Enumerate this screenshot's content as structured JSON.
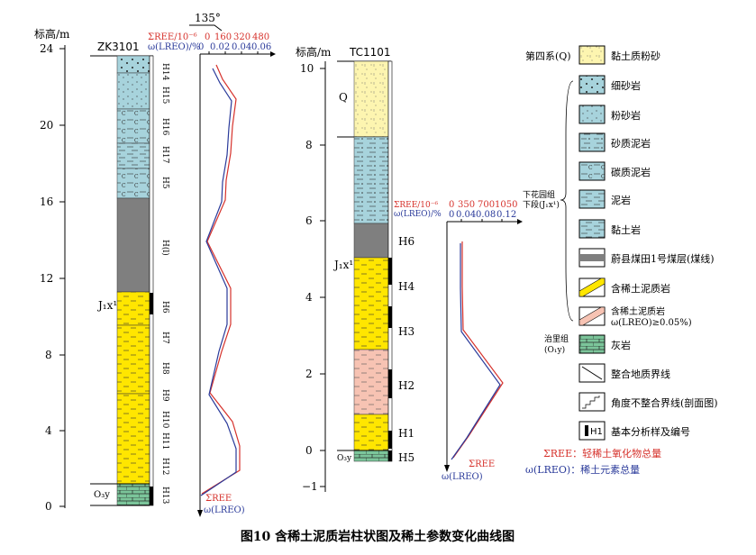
{
  "figure": {
    "caption": "图10  含稀土泥质岩柱状图及稀土参数变化曲线图"
  },
  "colors": {
    "ree_curve": "#d6312b",
    "lreo_curve": "#2a3a9a",
    "silt_fill": "#a7d3dc",
    "clay_fill": "#9fd0da",
    "coal_fill": "#7f7f7f",
    "ree_mud_fill": "#ffe600",
    "ree_mud_high_fill": "#f7c3b3",
    "limestone_fill": "#7bc59a",
    "quaternary_fill": "#fdf5b0"
  },
  "left_column": {
    "axis_label": "标高/m",
    "borehole_name": "ZK3101",
    "strike_label": "135°",
    "ticks": [
      "24",
      "20",
      "16",
      "12",
      "8",
      "4",
      "0"
    ],
    "formation_label": "J₁x¹",
    "base_label": "O₃y",
    "samples": [
      "H14",
      "H15",
      "H16",
      "H17",
      "H5",
      "H(l)",
      "H6",
      "H7",
      "H8",
      "H9",
      "H10",
      "H11",
      "H12",
      "H13"
    ],
    "ree_axis_label": "ΣREE/10⁻⁶",
    "lreo_axis_label": "ω(LREO)/%",
    "ree_ticks": [
      "0",
      "160",
      "320",
      "480"
    ],
    "lreo_ticks": [
      "0",
      "0.02",
      "0.04",
      "0.06"
    ],
    "ree_legend": "ΣREE",
    "lreo_legend": "ω(LREO)"
  },
  "right_column": {
    "axis_label": "标高/m",
    "borehole_name": "TC1101",
    "ticks": [
      "10",
      "8",
      "6",
      "4",
      "2",
      "0",
      "−1"
    ],
    "q_label": "Q",
    "formation_label": "J₁x¹",
    "base_label": "O₃y",
    "samples": [
      "H6",
      "H4",
      "H3",
      "H2",
      "H1",
      "H5"
    ],
    "ree_axis_label": "ΣREE/10⁻⁶",
    "lreo_axis_label": "ω(LREO)/%",
    "ree_ticks": [
      "0",
      "350",
      "700",
      "1050"
    ],
    "lreo_ticks": [
      "0",
      "0.04",
      "0.08",
      "0.12"
    ],
    "ree_legend": "ΣREE",
    "lreo_legend": "ω(LREO)"
  },
  "legend": {
    "quaternary_group": "第四系(Q)",
    "quaternary_item": "黏土质粉砂",
    "lower_group_line1": "下花园组",
    "lower_group_line2": "下段(J₁x¹)",
    "items": [
      "细砂岩",
      "粉砂岩",
      "砂质泥岩",
      "碳质泥岩",
      "泥岩",
      "黏土岩",
      "蔚县煤田1号煤层(煤线)",
      "含稀土泥质岩"
    ],
    "high_item_line1": "含稀土泥质岩",
    "high_item_line2": "ω(LREO)≥0.05%)",
    "zhili_group_line1": "治里组",
    "zhili_group_line2": "(O₁y)",
    "limestone": "灰岩",
    "conformable": "整合地质界线",
    "unconformable": "角度不整合界线(剖面图)",
    "sample_box": "H1",
    "sample_desc": "基本分析样及编号",
    "ree_desc": "ΣREE：轻稀土氧化物总量",
    "lreo_desc": "ω(LREO)：稀土元素总量"
  }
}
